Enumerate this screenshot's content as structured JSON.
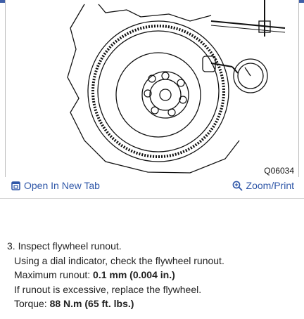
{
  "figure": {
    "code": "Q06034",
    "open_label": "Open In New Tab",
    "zoom_label": "Zoom/Print",
    "open_icon": "open-new-tab-icon",
    "zoom_icon": "magnifier-zoom-icon"
  },
  "procedure": {
    "step_number": "3.",
    "step_title": "Inspect flywheel runout.",
    "line1": "Using a dial indicator, check the flywheel runout.",
    "max_label": "Maximum runout:",
    "max_value": "0.1 mm (0.004 in.)",
    "line3": "If runout is excessive, replace the flywheel.",
    "torque_label": "Torque:",
    "torque_value": "88 N.m (65 ft. lbs.)"
  },
  "colors": {
    "link": "#2f57a8",
    "accent": "#3f5fa8"
  }
}
